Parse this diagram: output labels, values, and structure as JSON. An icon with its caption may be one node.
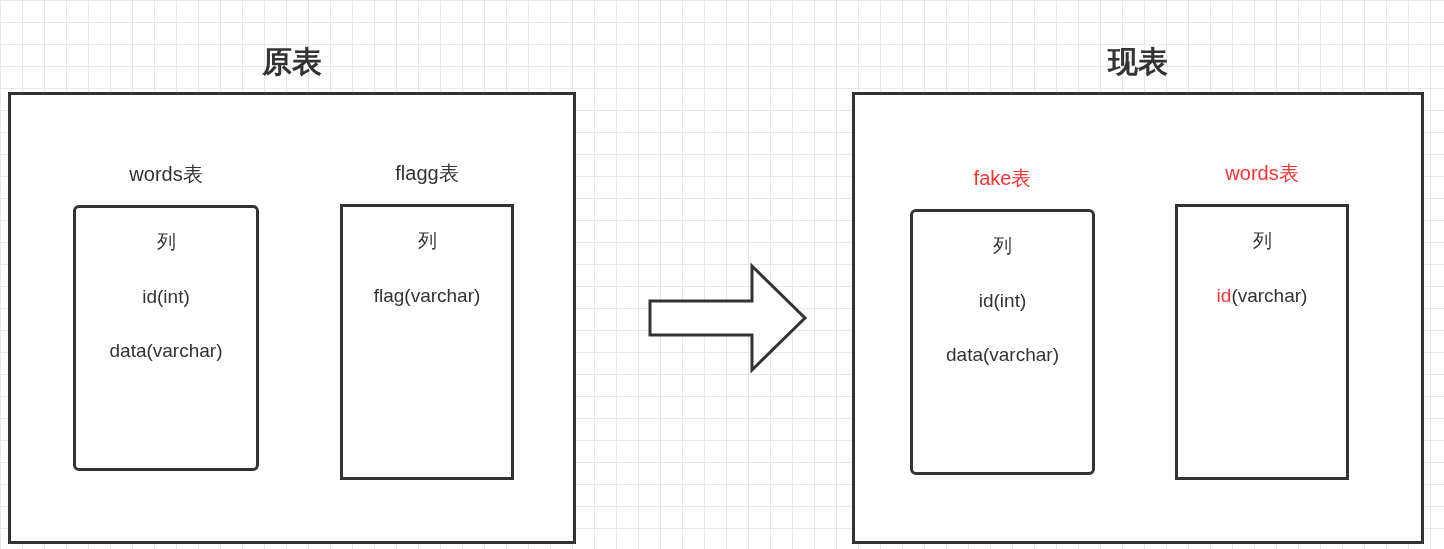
{
  "diagram": {
    "nodes": [
      {
        "text": [
          "原表"
        ]
      },
      {
        "text": [
          "words表",
          "列",
          "id(int)",
          "data(varchar)"
        ],
        "in": 0
      },
      {
        "text": [
          "flagg表",
          "列",
          "flag(varchar)"
        ],
        "in": 0
      },
      {
        "text": [
          "现表"
        ]
      },
      {
        "text": [
          "fake表",
          "列",
          "id(int)",
          "data(varchar)"
        ],
        "in": 3
      },
      {
        "text": [
          "words表",
          "列",
          "id(varchar)"
        ],
        "in": 3
      }
    ],
    "edges": [
      {
        "from": 0,
        "to": 3,
        "arrow": "to"
      }
    ]
  }
}
